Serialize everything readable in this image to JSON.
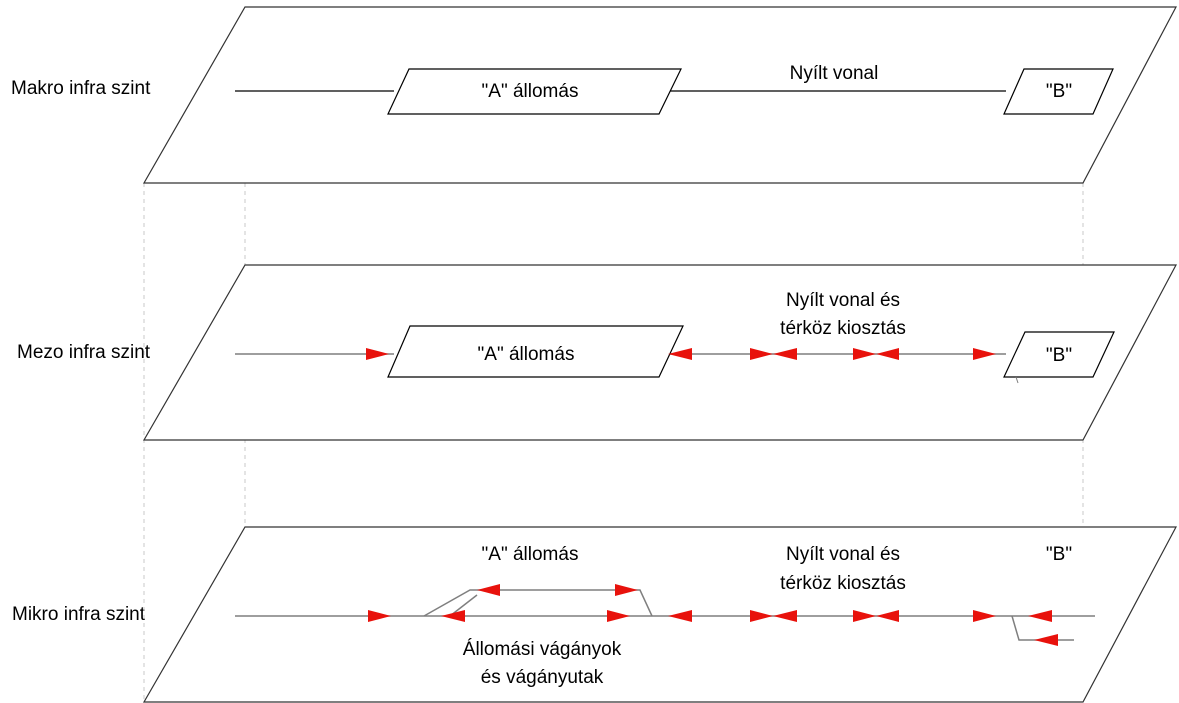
{
  "levels": {
    "makro": {
      "label": "Makro infra szint",
      "station_a": "\"A\" állomás",
      "station_b": "\"B\"",
      "line_label": "Nyílt vonal"
    },
    "mezo": {
      "label": "Mezo infra szint",
      "station_a": "\"A\" állomás",
      "station_b": "\"B\"",
      "line_label_1": "Nyílt vonal és",
      "line_label_2": "térköz kiosztás"
    },
    "mikro": {
      "label": "Mikro infra szint",
      "station_a": "\"A\" állomás",
      "station_b": "\"B\"",
      "line_label_1": "Nyílt vonal és",
      "line_label_2": "térköz kiosztás",
      "tracks_label_1": "Állomási vágányok",
      "tracks_label_2": "és vágányutak"
    }
  },
  "colors": {
    "plane_stroke": "#333333",
    "track_simple": "#000000",
    "track_detailed": "#7f7f7f",
    "signal_fill": "#e8120c",
    "guide_dash": "#c8c8c8"
  }
}
